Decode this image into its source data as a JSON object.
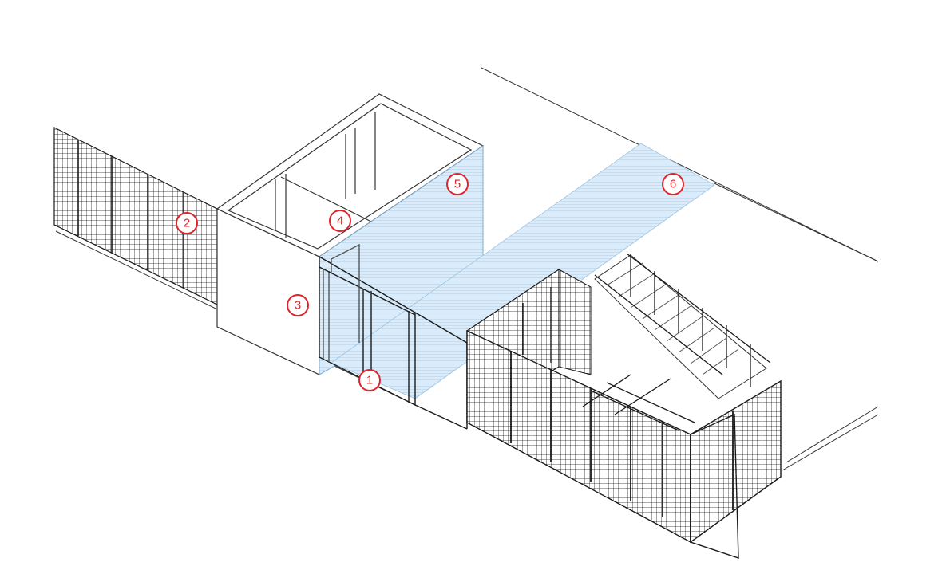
{
  "diagram": {
    "callouts": [
      {
        "id": "1",
        "label": "1"
      },
      {
        "id": "2",
        "label": "2"
      },
      {
        "id": "3",
        "label": "3"
      },
      {
        "id": "4",
        "label": "4"
      },
      {
        "id": "5",
        "label": "5"
      },
      {
        "id": "6",
        "label": "6"
      }
    ],
    "colors": {
      "line": "#1a1a1a",
      "thin_line": "#555555",
      "glass_fill": "#dcebf7",
      "glass_line": "#9cc3e2",
      "callout": "#e0242b"
    }
  }
}
